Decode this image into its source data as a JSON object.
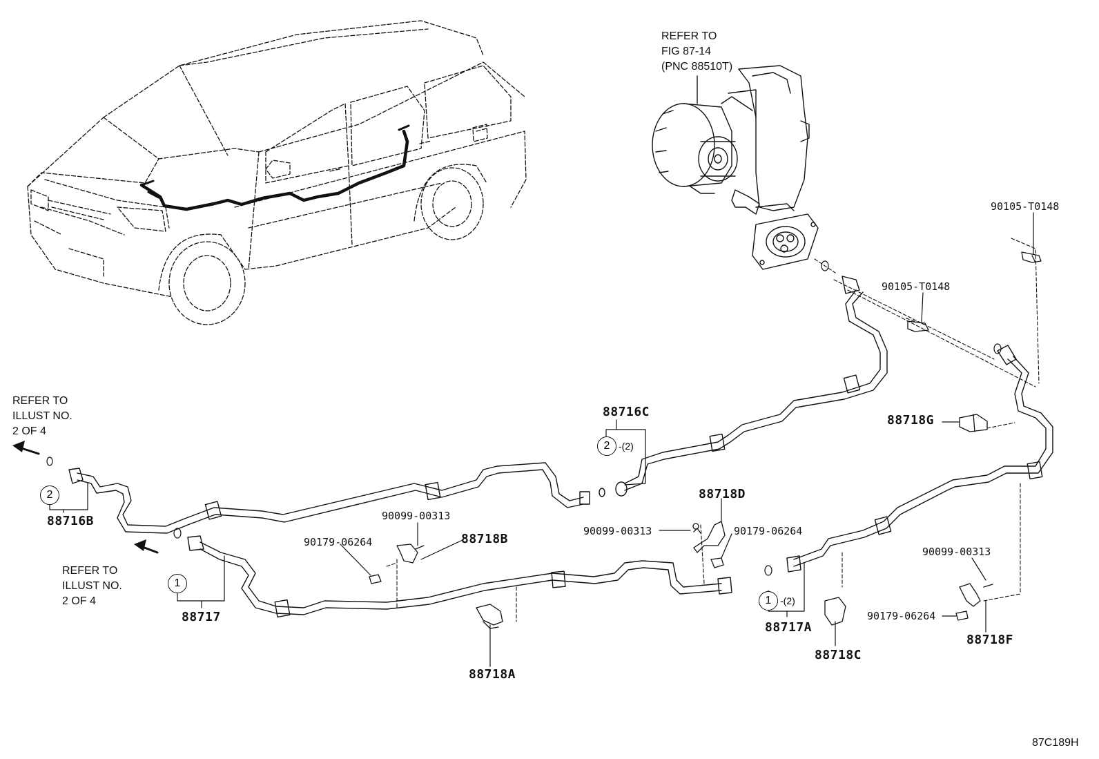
{
  "diagram": {
    "figure_code": "87C189H",
    "refer_fig": "REFER TO\nFIG 87-14\n(PNC 88510T)",
    "refer_illust_1": "REFER TO\nILLUST NO.\n2 OF 4",
    "refer_illust_2": "REFER TO\nILLUST NO.\n2 OF 4",
    "parts": {
      "p88716C": "88716C",
      "p88716B": "88716B",
      "p88717": "88717",
      "p88717A": "88717A",
      "p88718A": "88718A",
      "p88718B": "88718B",
      "p88718C": "88718C",
      "p88718D": "88718D",
      "p88718F": "88718F",
      "p88718G": "88718G",
      "b90105_a": "90105-T0148",
      "b90105_b": "90105-T0148",
      "s90099_a": "90099-00313",
      "s90099_b": "90099-00313",
      "s90099_c": "90099-00313",
      "n90179_a": "90179-06264",
      "n90179_b": "90179-06264",
      "n90179_c": "90179-06264"
    },
    "callouts": {
      "c1": "2",
      "c1_qty": "-(2)",
      "c2": "2",
      "c3": "1",
      "c4": "1",
      "c4_qty": "-(2)"
    }
  }
}
